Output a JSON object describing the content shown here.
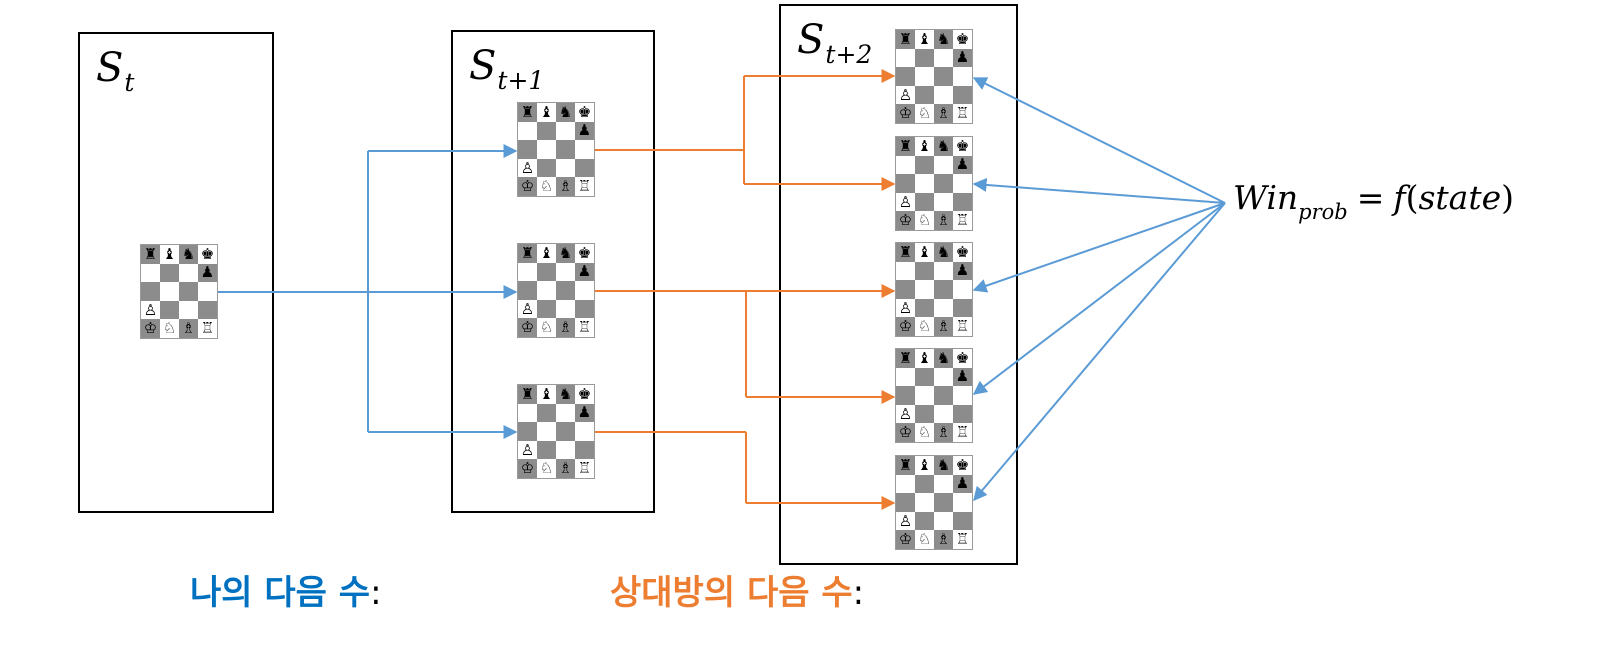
{
  "colors": {
    "mine": "#5B9BD5",
    "opponent": "#ED7D31",
    "formula_arrow": "#5B9BD5"
  },
  "states": [
    {
      "id": "st",
      "base": "S",
      "subscript": "t"
    },
    {
      "id": "st1",
      "base": "S",
      "subscript": "t+1"
    },
    {
      "id": "st2",
      "base": "S",
      "subscript": "t+2"
    }
  ],
  "board_pieces": [
    [
      "♜",
      "♝",
      "♞",
      "♚"
    ],
    [
      "",
      "",
      "",
      "♟"
    ],
    [
      "",
      "",
      "",
      ""
    ],
    [
      "♙",
      "",
      "",
      ""
    ],
    [
      "♔",
      "♘",
      "♗",
      "♖"
    ]
  ],
  "formula": {
    "base": "Win",
    "subscript": "prob",
    "equals": "=",
    "func": "f",
    "arg": "state"
  },
  "legend": {
    "mine": {
      "text": "나의 다음 수",
      "colon": ":"
    },
    "opponent": {
      "text": "상대방의 다음 수",
      "colon": ":"
    }
  }
}
